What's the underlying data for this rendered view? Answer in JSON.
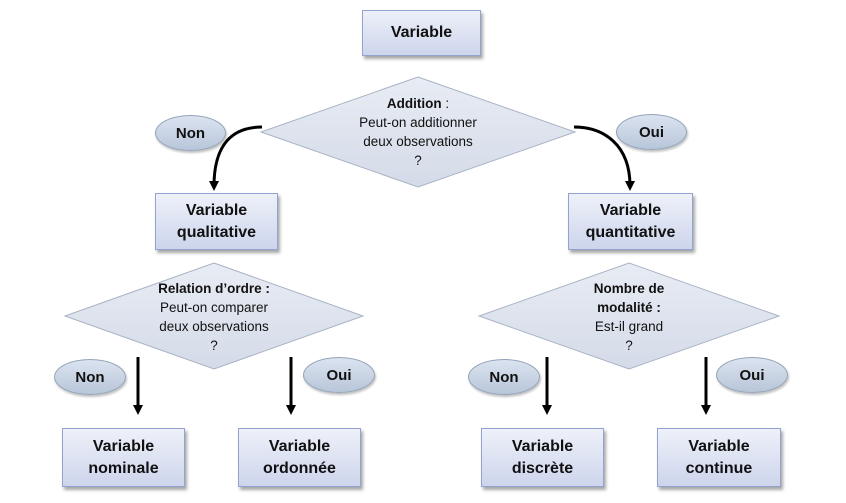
{
  "nodes": {
    "root": {
      "line1": "Variable"
    },
    "qualitative": {
      "line1": "Variable",
      "line2": "qualitative"
    },
    "quantitative": {
      "line1": "Variable",
      "line2": "quantitative"
    },
    "nominale": {
      "line1": "Variable",
      "line2": "nominale"
    },
    "ordonnee": {
      "line1": "Variable",
      "line2": "ordonnée"
    },
    "discrete": {
      "line1": "Variable",
      "line2": "discrète"
    },
    "continue": {
      "line1": "Variable",
      "line2": "continue"
    }
  },
  "decisions": {
    "addition": {
      "head": "Addition",
      "head_suffix": " :",
      "line1": "Peut-on additionner",
      "line2": "deux observations",
      "line3": "?"
    },
    "relation": {
      "head": "Relation d’ordre :",
      "line1": "Peut-on comparer",
      "line2": "deux observations",
      "line3": "?"
    },
    "modalite": {
      "head1": "Nombre de",
      "head2": "modalité :",
      "line1": "Est-il grand",
      "line2": "?"
    }
  },
  "labels": {
    "top_non": "Non",
    "top_oui": "Oui",
    "left_non": "Non",
    "left_oui": "Oui",
    "right_non": "Non",
    "right_oui": "Oui"
  },
  "colors": {
    "box_border": "#93a3cf",
    "diamond_fill": "#dde3ee",
    "arrow": "#000000"
  }
}
